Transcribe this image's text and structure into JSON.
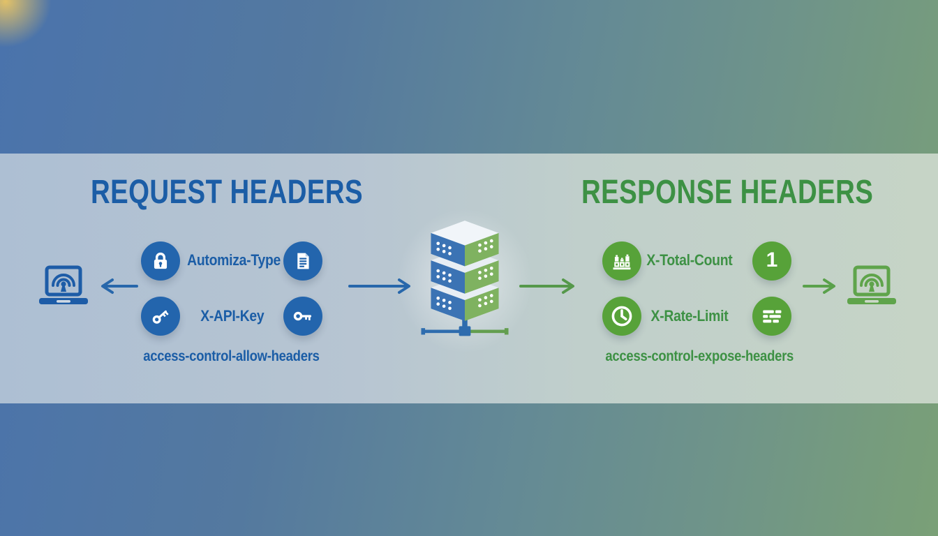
{
  "diagram": {
    "request": {
      "title": "REQUEST HEADERS",
      "row1_label": "Automiza-Type",
      "row2_label": "X-API-Key",
      "footer": "access-control-allow-headers",
      "icons": [
        "laptop-broadcast",
        "lock",
        "document",
        "key-diagonal",
        "key-horizontal"
      ]
    },
    "response": {
      "title": "RESPONSE HEADERS",
      "row1_label": "X-Total-Count",
      "row1_badge": "1",
      "row2_label": "X-Rate-Limit",
      "footer": "access-control-expose-headers",
      "icons": [
        "counter-blocks",
        "number-one",
        "clock",
        "equalizer-bars",
        "laptop-broadcast"
      ]
    },
    "center": {
      "icon": "isometric-server-stack"
    },
    "colors": {
      "request_accent": "#1b5da6",
      "request_circle": "#2365ad",
      "response_accent": "#3d9144",
      "response_circle": "#57a239",
      "server_left_face": "#3b73b4",
      "server_right_face": "#7fb260",
      "band_left": "#adbfd3",
      "band_right": "#c6d4c6",
      "bg_left": "#4a73ac",
      "bg_right": "#7aa077"
    }
  }
}
